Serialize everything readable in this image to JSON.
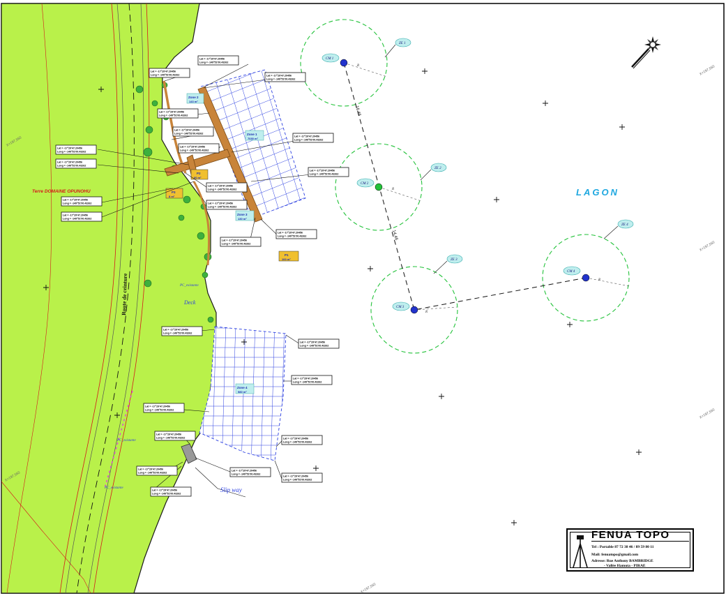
{
  "map": {
    "lagoon_label": "LAGON",
    "land_label": "Terre DOMAINE OPUNOHU",
    "road_label": "Route de ceinture",
    "deck_label": "Deck",
    "slipway_label": "Slip way",
    "north_arrow": "compass-rose-icon",
    "colors": {
      "land": "#b9f14a",
      "grid": "#2b3fe0",
      "pontoon": "#c8843a",
      "mooring_circle": "#23c23a",
      "road_line": "#cc1515",
      "zone_label_bg": "#f0c030",
      "buoy": "#2233cc"
    },
    "zones": [
      {
        "name": "Zone 1",
        "area": "7030 m²"
      },
      {
        "name": "Zone 2",
        "area": "143 m²"
      },
      {
        "name": "Zone 3",
        "area": "130 m²"
      },
      {
        "name": "Zone 4",
        "area": "980 m²"
      }
    ],
    "small_zones": [
      {
        "name": "P1",
        "area": "100 m²"
      },
      {
        "name": "P2",
        "area": "60 m²"
      },
      {
        "name": "P3",
        "area": "8 m²"
      }
    ],
    "moorings": [
      {
        "label": "CM 1",
        "zone": "ZE 1",
        "radius": "R"
      },
      {
        "label": "CM 2",
        "zone": "ZE 2",
        "radius": "R"
      },
      {
        "label": "CM 3",
        "zone": "ZE 3",
        "radius": "R"
      },
      {
        "label": "CM 4",
        "zone": "ZE 4",
        "radius": "R"
      }
    ],
    "distances": [
      "16.46",
      "14.46"
    ],
    "pc_labels": [
      "PC_existante",
      "PC_existante",
      "PC_existante"
    ],
    "coordinate_box": {
      "lat": "Lat = -17°29'47.20456",
      "long": "Long = -149°51'00.43262"
    },
    "grid_tick_label": "X=197,550"
  },
  "title_block": {
    "brand": "FENUA TOPO",
    "phone": "Tel : Portable 87 72 38 46 / 89 59 80 11",
    "mail": "Mail: fenuatopo@gmail.com",
    "address": "Adresse: Rue Anthony BAMBRIDGE",
    "address2": "- Vallée Hamuta - PIRAE"
  }
}
